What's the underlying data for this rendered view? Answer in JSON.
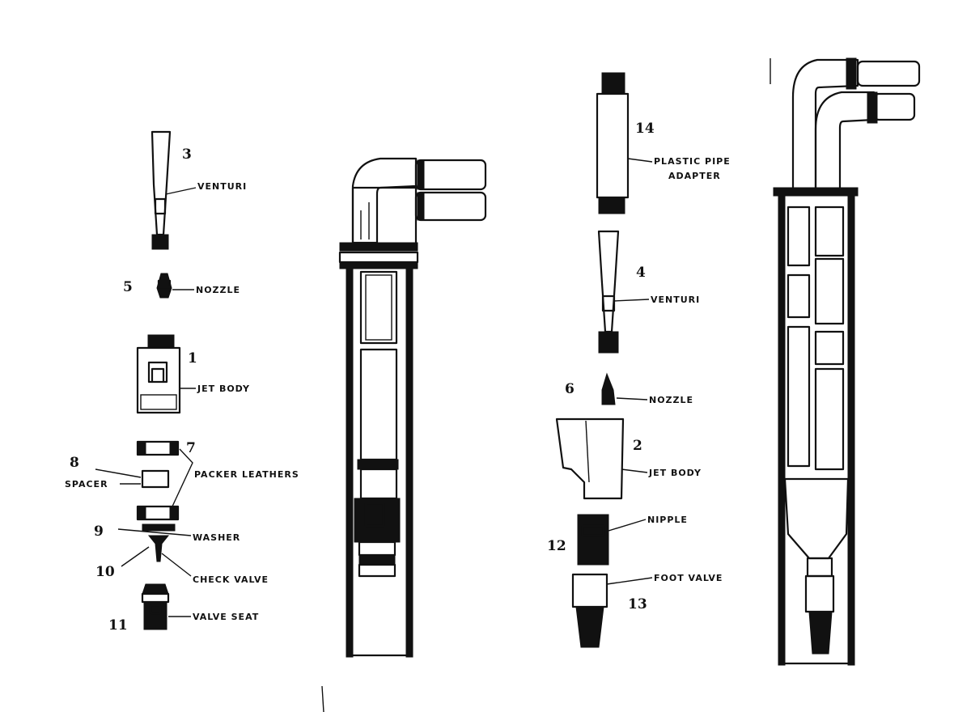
{
  "left_parts": {
    "venturi": {
      "number": "3",
      "label": "VENTURI"
    },
    "nozzle": {
      "number": "5",
      "label": "NOZZLE"
    },
    "jet_body": {
      "number": "1",
      "label": "JET BODY"
    },
    "packer_leathers": {
      "number": "7",
      "label": "PACKER LEATHERS"
    },
    "spacer": {
      "number": "8",
      "label": "SPACER"
    },
    "washer": {
      "number": "9",
      "label": "WASHER"
    },
    "check_valve": {
      "number": "10",
      "label": "CHECK VALVE"
    },
    "valve_seat": {
      "number": "11",
      "label": "VALVE SEAT"
    }
  },
  "right_parts": {
    "plastic_pipe_adapter": {
      "number": "14",
      "label_line1": "PLASTIC PIPE",
      "label_line2": "ADAPTER"
    },
    "venturi": {
      "number": "4",
      "label": "VENTURI"
    },
    "nozzle": {
      "number": "6",
      "label": "NOZZLE"
    },
    "jet_body": {
      "number": "2",
      "label": "JET BODY"
    },
    "nipple": {
      "number": "12",
      "label": "NIPPLE"
    },
    "foot_valve": {
      "number": "13",
      "label": "FOOT VALVE"
    }
  },
  "icons": {
    "venturi-left": "venturi-icon",
    "nozzle-left": "nozzle-icon",
    "jet-body-left": "jet-body-icon",
    "assembly-left": "packer-jet-assembly-icon",
    "assembly-right": "foot-valve-jet-assembly-icon"
  }
}
